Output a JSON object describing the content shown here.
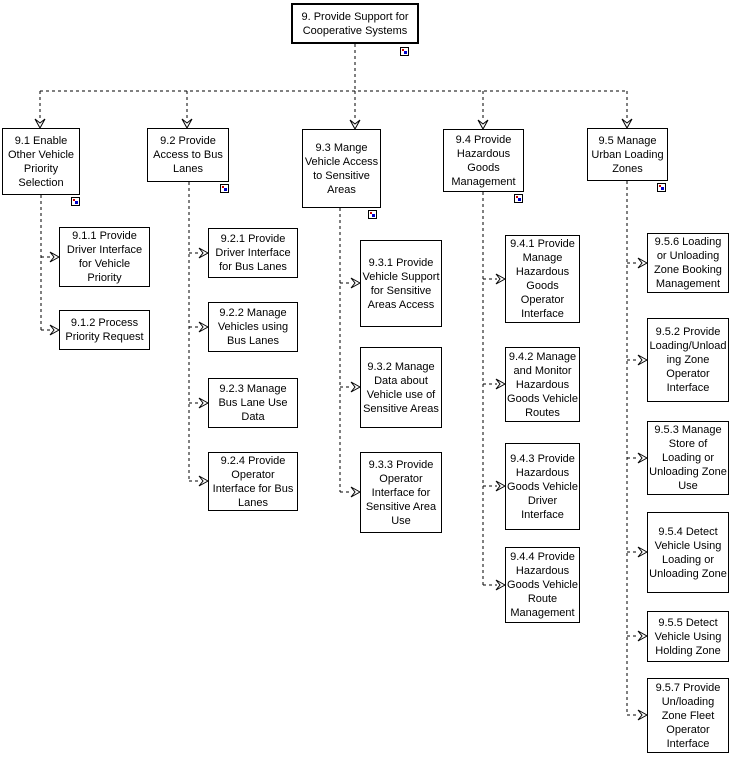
{
  "diagram": {
    "title": "Functional area 9 decomposition tree",
    "colors": {
      "line": "#000000",
      "box_fill": "#ffffff",
      "text": "#000000",
      "icon_red": "#cc0000",
      "icon_blue": "#0000cc"
    },
    "icon": {
      "name": "decomposition-link-icon"
    },
    "root": {
      "label": "9. Provide Support for Cooperative Systems"
    },
    "groups": [
      {
        "parent": {
          "label": "9.1 Enable Other Vehicle Priority Selection"
        },
        "children": [
          {
            "label": "9.1.1 Provide Driver Interface for Vehicle Priority"
          },
          {
            "label": "9.1.2 Process Priority Request"
          }
        ]
      },
      {
        "parent": {
          "label": "9.2 Provide Access to Bus Lanes"
        },
        "children": [
          {
            "label": "9.2.1 Provide Driver Interface for Bus Lanes"
          },
          {
            "label": "9.2.2 Manage Vehicles using Bus Lanes"
          },
          {
            "label": "9.2.3 Manage Bus Lane Use Data"
          },
          {
            "label": "9.2.4 Provide Operator Interface for Bus Lanes"
          }
        ]
      },
      {
        "parent": {
          "label": "9.3 Mange Vehicle Access to Sensitive Areas"
        },
        "children": [
          {
            "label": "9.3.1 Provide Vehicle Support for Sensitive Areas Access"
          },
          {
            "label": "9.3.2 Manage Data about Vehicle use of Sensitive Areas"
          },
          {
            "label": "9.3.3 Provide Operator Interface for Sensitive Area Use"
          }
        ]
      },
      {
        "parent": {
          "label": "9.4 Provide Hazardous Goods Management"
        },
        "children": [
          {
            "label": "9.4.1 Provide Manage Hazardous Goods Operator Interface"
          },
          {
            "label": "9.4.2 Manage and Monitor Hazardous Goods Vehicle Routes"
          },
          {
            "label": "9.4.3 Provide Hazardous Goods Vehicle Driver Interface"
          },
          {
            "label": "9.4.4 Provide Hazardous Goods Vehicle Route Management"
          }
        ]
      },
      {
        "parent": {
          "label": "9.5 Manage Urban Loading Zones"
        },
        "children": [
          {
            "label": "9.5.6 Loading or Unloading Zone Booking Management"
          },
          {
            "label": "9.5.2 Provide Loading/Unloading Zone Operator Interface"
          },
          {
            "label": "9.5.3 Manage Store of Loading or Unloading Zone Use"
          },
          {
            "label": "9.5.4 Detect Vehicle Using Loading or Unloading Zone"
          },
          {
            "label": "9.5.5 Detect Vehicle Using Holding Zone"
          },
          {
            "label": "9.5.7 Provide Un/loading Zone Fleet Operator Interface"
          }
        ]
      }
    ]
  }
}
